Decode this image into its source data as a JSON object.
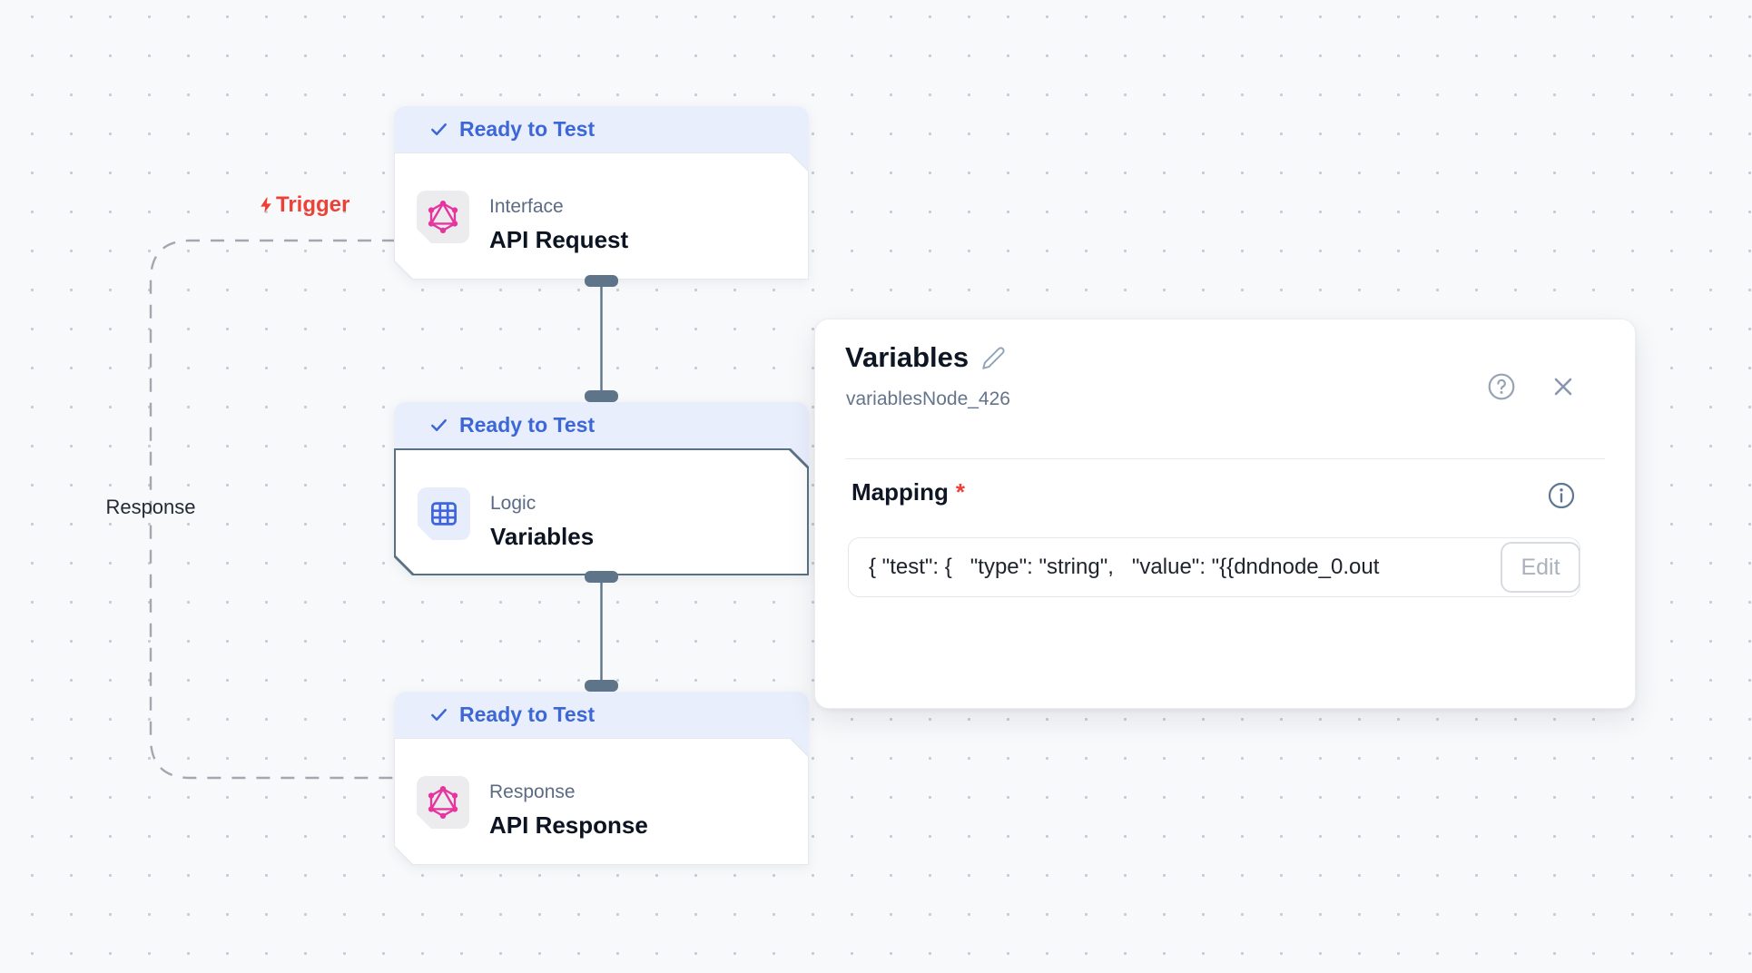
{
  "canvas": {
    "trigger_label": "Trigger",
    "response_label": "Response"
  },
  "nodes": [
    {
      "status_label": "Ready to Test",
      "category": "Interface",
      "title": "API Request",
      "icon": "graphql-icon",
      "selected": false
    },
    {
      "status_label": "Ready to Test",
      "category": "Logic",
      "title": "Variables",
      "icon": "table-icon",
      "selected": true
    },
    {
      "status_label": "Ready to Test",
      "category": "Response",
      "title": "API Response",
      "icon": "graphql-icon",
      "selected": false
    }
  ],
  "panel": {
    "title": "Variables",
    "node_id": "variablesNode_426",
    "mapping_label": "Mapping",
    "required_marker": "*",
    "mapping_value": "{ \"test\": {   \"type\": \"string\",   \"value\": \"{{dndnode_0.out",
    "edit_button": "Edit"
  },
  "colors": {
    "accent_blue": "#3d66d6",
    "badge_bg": "#e9eefd",
    "graphql_pink": "#e5359f",
    "logic_blue": "#3f64dd",
    "trigger_red": "#ee4037",
    "slate_handle": "#5e7489",
    "selected_border": "#5a7184",
    "canvas_bg": "#f8f9fb"
  }
}
